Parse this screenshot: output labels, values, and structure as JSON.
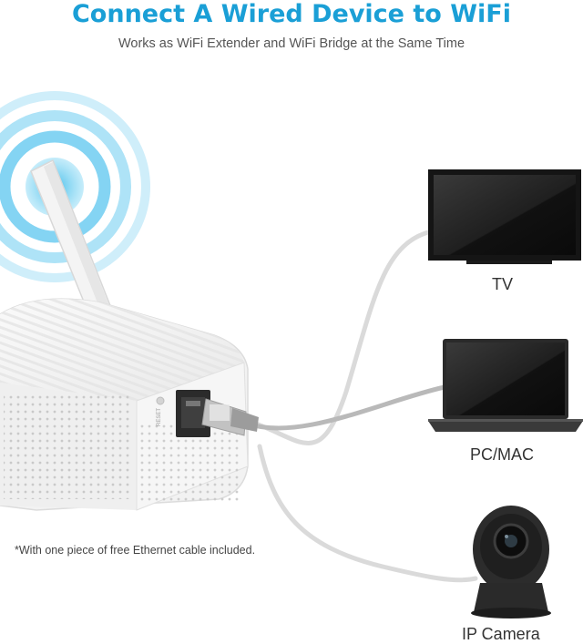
{
  "header": {
    "title": "Connect A Wired Device to WiFi",
    "subtitle": "Works as WiFi Extender and WiFi Bridge at the Same Time"
  },
  "devices": {
    "tv_label": "TV",
    "pc_label": "PC/MAC",
    "camera_label": "IP Camera"
  },
  "extender": {
    "port_label": "RESET"
  },
  "footnote": "*With one piece of free Ethernet cable included.",
  "colors": {
    "title": "#1a9fd6",
    "signal": "#7fd2f2",
    "cable": "#d9d9d9"
  }
}
